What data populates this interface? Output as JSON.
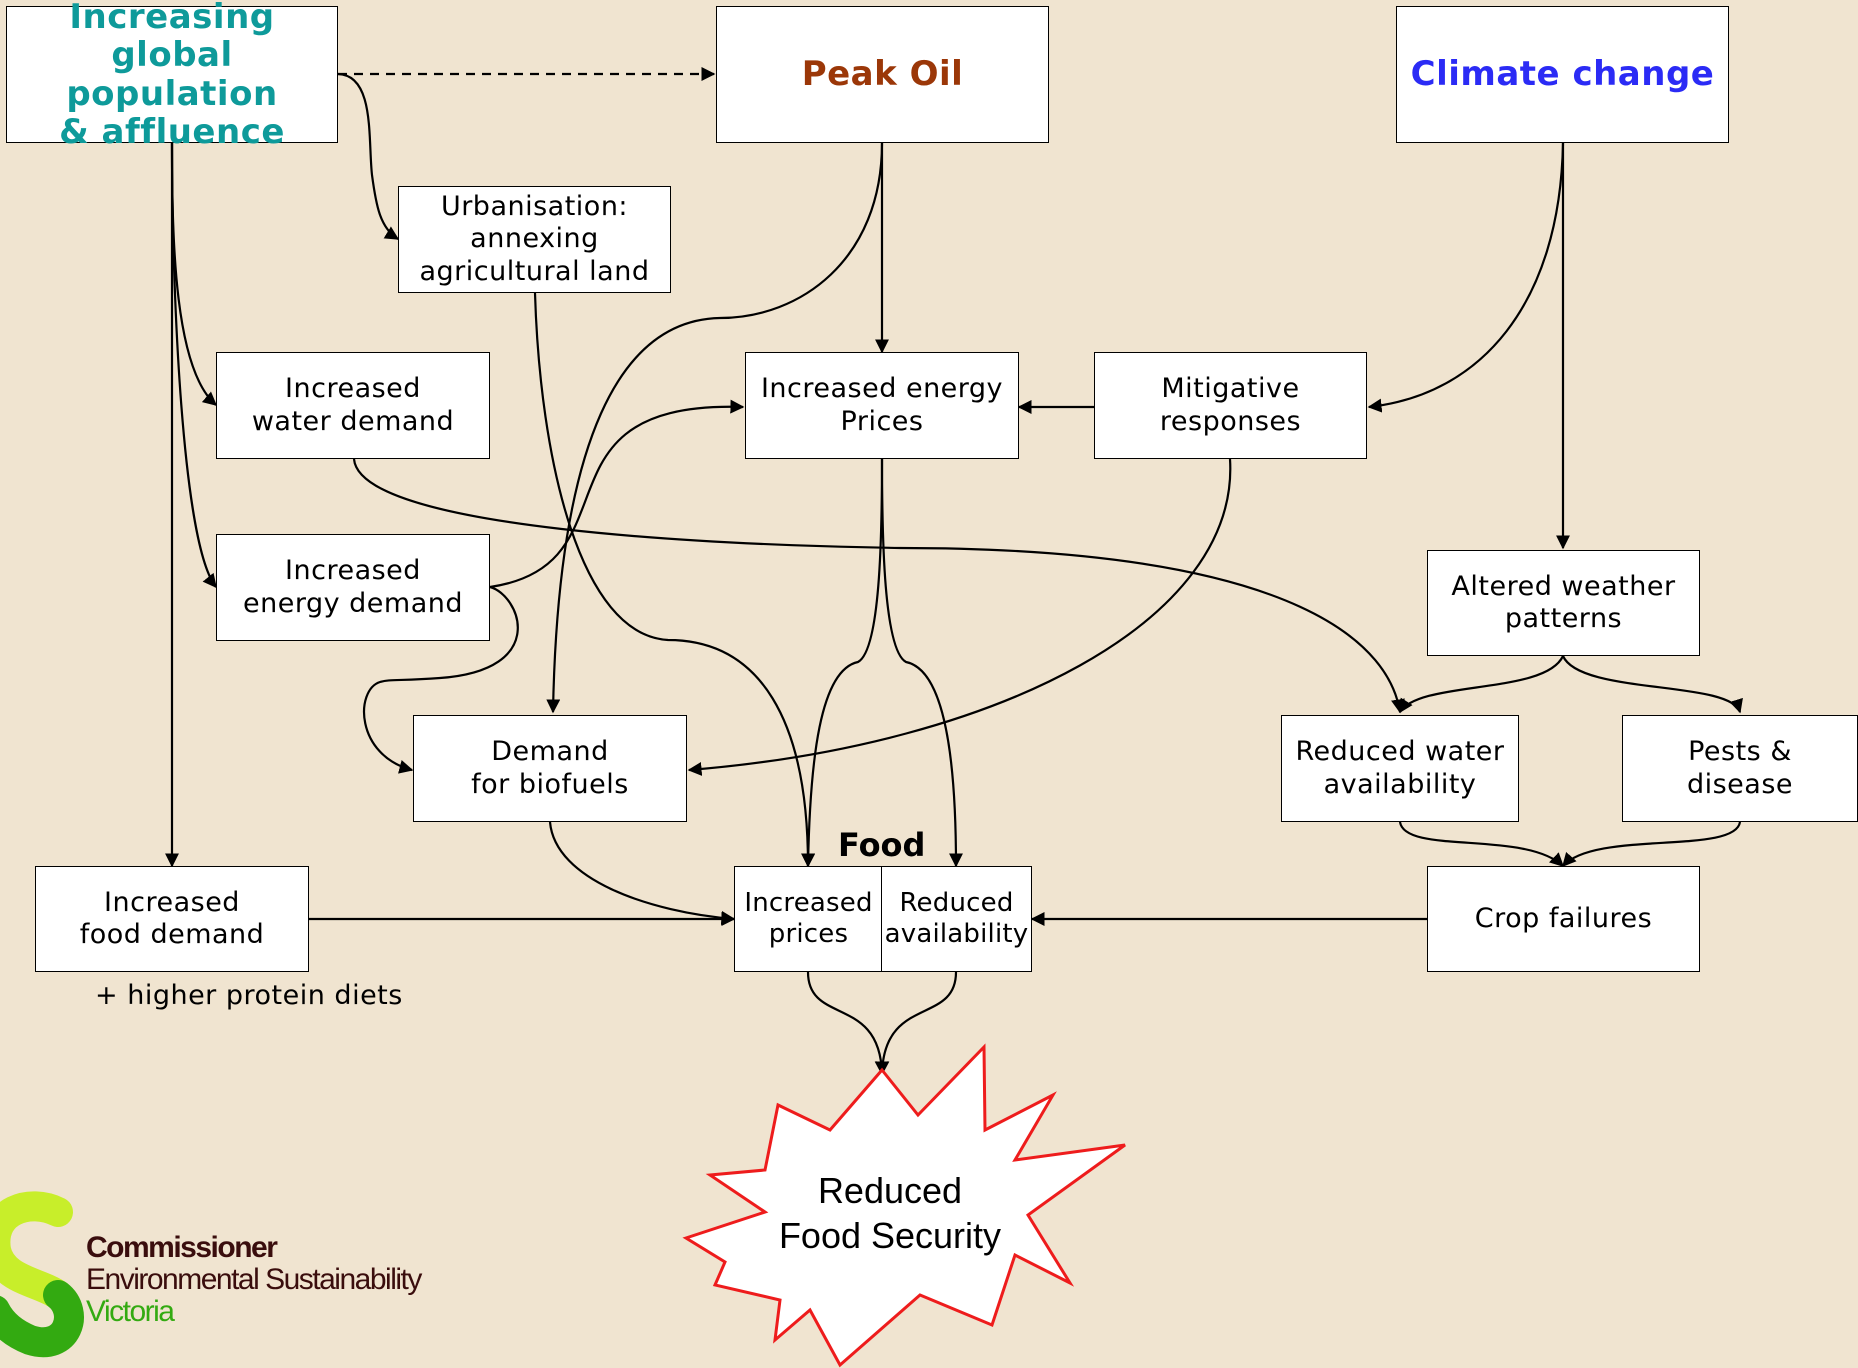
{
  "colors": {
    "background": "#f0e4d0",
    "population": "#0e9a9a",
    "peak_oil": "#9b3708",
    "climate": "#2b2bf5",
    "starburst_stroke": "#ee1c1c",
    "logo_dark": "#3a0d0d",
    "logo_green": "#33aa11",
    "logo_lime": "#c8ee2a"
  },
  "nodes": {
    "population": "Increasing\nglobal population\n& affluence",
    "peak_oil": "Peak Oil",
    "climate": "Climate change",
    "urbanisation": "Urbanisation:\nannexing\nagricultural land",
    "water_demand": "Increased\nwater demand",
    "energy_prices": "Increased energy\nPrices",
    "mitigative": "Mitigative\nresponses",
    "energy_demand": "Increased\nenergy demand",
    "altered_weather": "Altered weather\npatterns",
    "biofuels": "Demand\nfor biofuels",
    "reduced_water": "Reduced water\navailability",
    "pests": "Pests &\ndisease",
    "food_demand": "Increased\nfood demand",
    "increased_prices": "Increased\nprices",
    "reduced_availability": "Reduced\navailability",
    "crop_failures": "Crop failures",
    "food_label": "Food",
    "protein_note": "+ higher protein diets",
    "outcome_line1": "Reduced",
    "outcome_line2": "Food Security"
  },
  "logo": {
    "line1": "Commissioner",
    "line2": "Environmental Sustainability",
    "line3": "Victoria"
  }
}
